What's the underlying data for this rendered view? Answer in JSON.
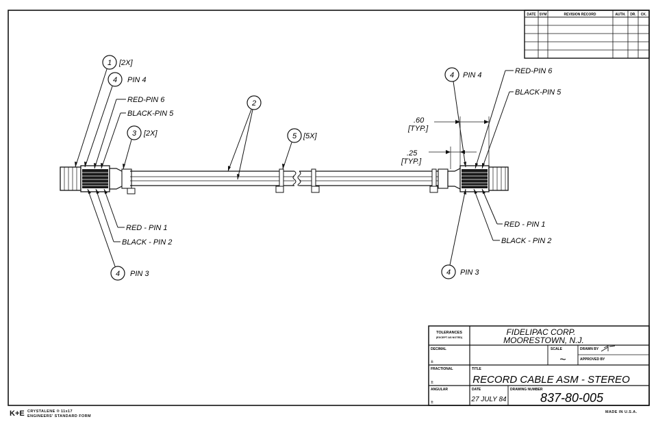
{
  "revision_block": {
    "headers": [
      "DATE",
      "SYM",
      "REVISION RECORD",
      "AUTH.",
      "DR.",
      "CK."
    ],
    "rows": 5
  },
  "callouts": {
    "balloon_1": "1",
    "qty_1": "[2X]",
    "balloon_2": "2",
    "balloon_3": "3",
    "qty_3": "[2X]",
    "balloon_5": "5",
    "qty_5": "[5X]",
    "balloon_4": "4"
  },
  "left_labels": {
    "pin4": "PIN 4",
    "red_pin6": "RED-PIN 6",
    "black_pin5": "BLACK-PIN 5",
    "red_pin1": "RED - PIN 1",
    "black_pin2": "BLACK - PIN 2",
    "pin3": "PIN 3"
  },
  "right_labels": {
    "pin4": "PIN 4",
    "red_pin6": "RED-PIN 6",
    "black_pin5": "BLACK-PIN 5",
    "red_pin1": "RED - PIN 1",
    "black_pin2": "BLACK - PIN 2",
    "pin3": "PIN 3"
  },
  "dimensions": {
    "dim_60": ".60",
    "dim_60_typ": "[TYP.]",
    "dim_25": ".25",
    "dim_25_typ": "[TYP.]"
  },
  "title_block": {
    "tolerances": "TOLERANCES",
    "except_as_noted": "(EXCEPT AS NOTED)",
    "company_line1": "FIDELIPAC CORP.",
    "company_line2": "MOORESTOWN, N.J.",
    "decimal": "DECIMAL",
    "plus_minus": "±",
    "scale": "SCALE",
    "scale_value": "~",
    "drawn_by": "DRAWN BY",
    "approved_by": "APPROVED BY",
    "fractional": "FRACTIONAL",
    "title_label": "TITLE",
    "title_value": "RECORD CABLE ASM - STEREO",
    "angular": "ANGULAR",
    "date_label": "DATE",
    "date_value": "27 JULY 84",
    "drawing_number_label": "DRAWING NUMBER",
    "drawing_number": "837-80-005"
  },
  "footer": {
    "ke_mark": "K+E",
    "form_line1": "CRYSTALENE ® 11x17",
    "form_line2": "ENGINEERS' STANDARD FORM",
    "made_in": "MADE IN U.S.A."
  }
}
